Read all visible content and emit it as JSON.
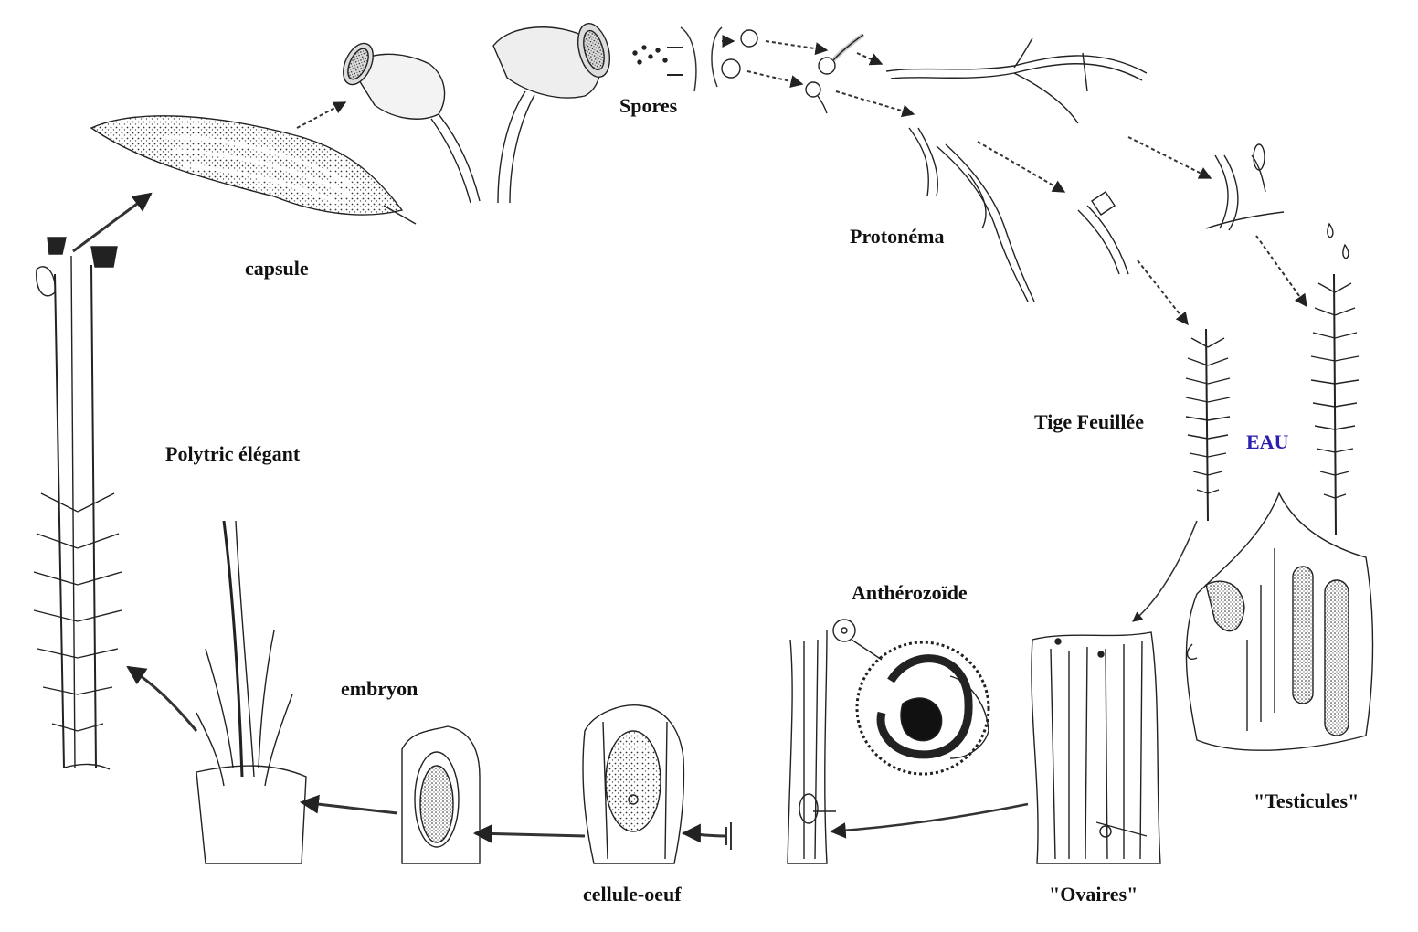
{
  "diagram": {
    "labels": {
      "spores": "Spores",
      "capsule": "capsule",
      "protonema": "Protonéma",
      "tige": "Tige Feuillée",
      "eau": "EAU",
      "polytric": "Polytric élégant",
      "antherozoide": "Anthérozoïde",
      "embryon": "embryon",
      "testicules": "\"Testicules\"",
      "cellule": "cellule-oeuf",
      "ovaires": "\"Ovaires\""
    },
    "colors": {
      "ink": "#1a1a1a",
      "water_label": "#2a1fb0",
      "background": "#ffffff"
    }
  }
}
